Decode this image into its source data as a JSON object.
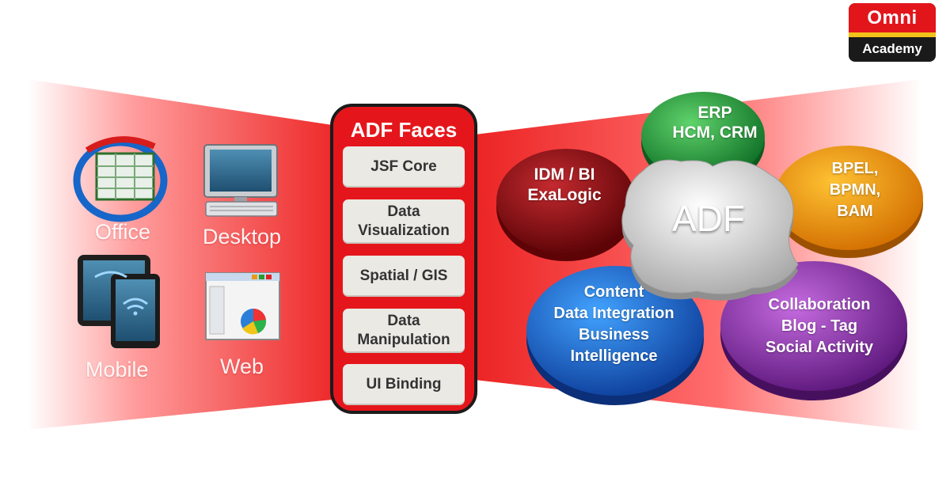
{
  "logo": {
    "line1": "Omni",
    "line2": "Academy"
  },
  "devices": [
    {
      "label": "Office",
      "icon": "office-icon"
    },
    {
      "label": "Desktop",
      "icon": "desktop-monitor-icon"
    },
    {
      "label": "Mobile",
      "icon": "mobile-tablet-icon"
    },
    {
      "label": "Web",
      "icon": "web-browser-icon"
    }
  ],
  "panel": {
    "title": "ADF Faces",
    "layers": [
      "JSF Core",
      "Data\nVisualization",
      "Spatial / GIS",
      "Data\nManipulation",
      "UI  Binding"
    ]
  },
  "puzzle": {
    "center": "ADF",
    "pieces": [
      {
        "label": "ERP\nHCM, CRM",
        "color": "#1f9a3a"
      },
      {
        "label": "BPEL,\nBPMN,\nBAM",
        "color": "#f29a06"
      },
      {
        "label": "IDM / BI\nExaLogic",
        "color": "#8e0a0e"
      },
      {
        "label": "Content\nData Integration\nBusiness\nIntelligence",
        "color": "#1c63c8"
      },
      {
        "label": "Collaboration\nBlog - Tag\nSocial Activity",
        "color": "#8a2fa8"
      }
    ]
  },
  "colors": {
    "accent_red": "#e5161b",
    "panel_border": "#1b1b1b",
    "center_grey": "#dcdcdc"
  }
}
